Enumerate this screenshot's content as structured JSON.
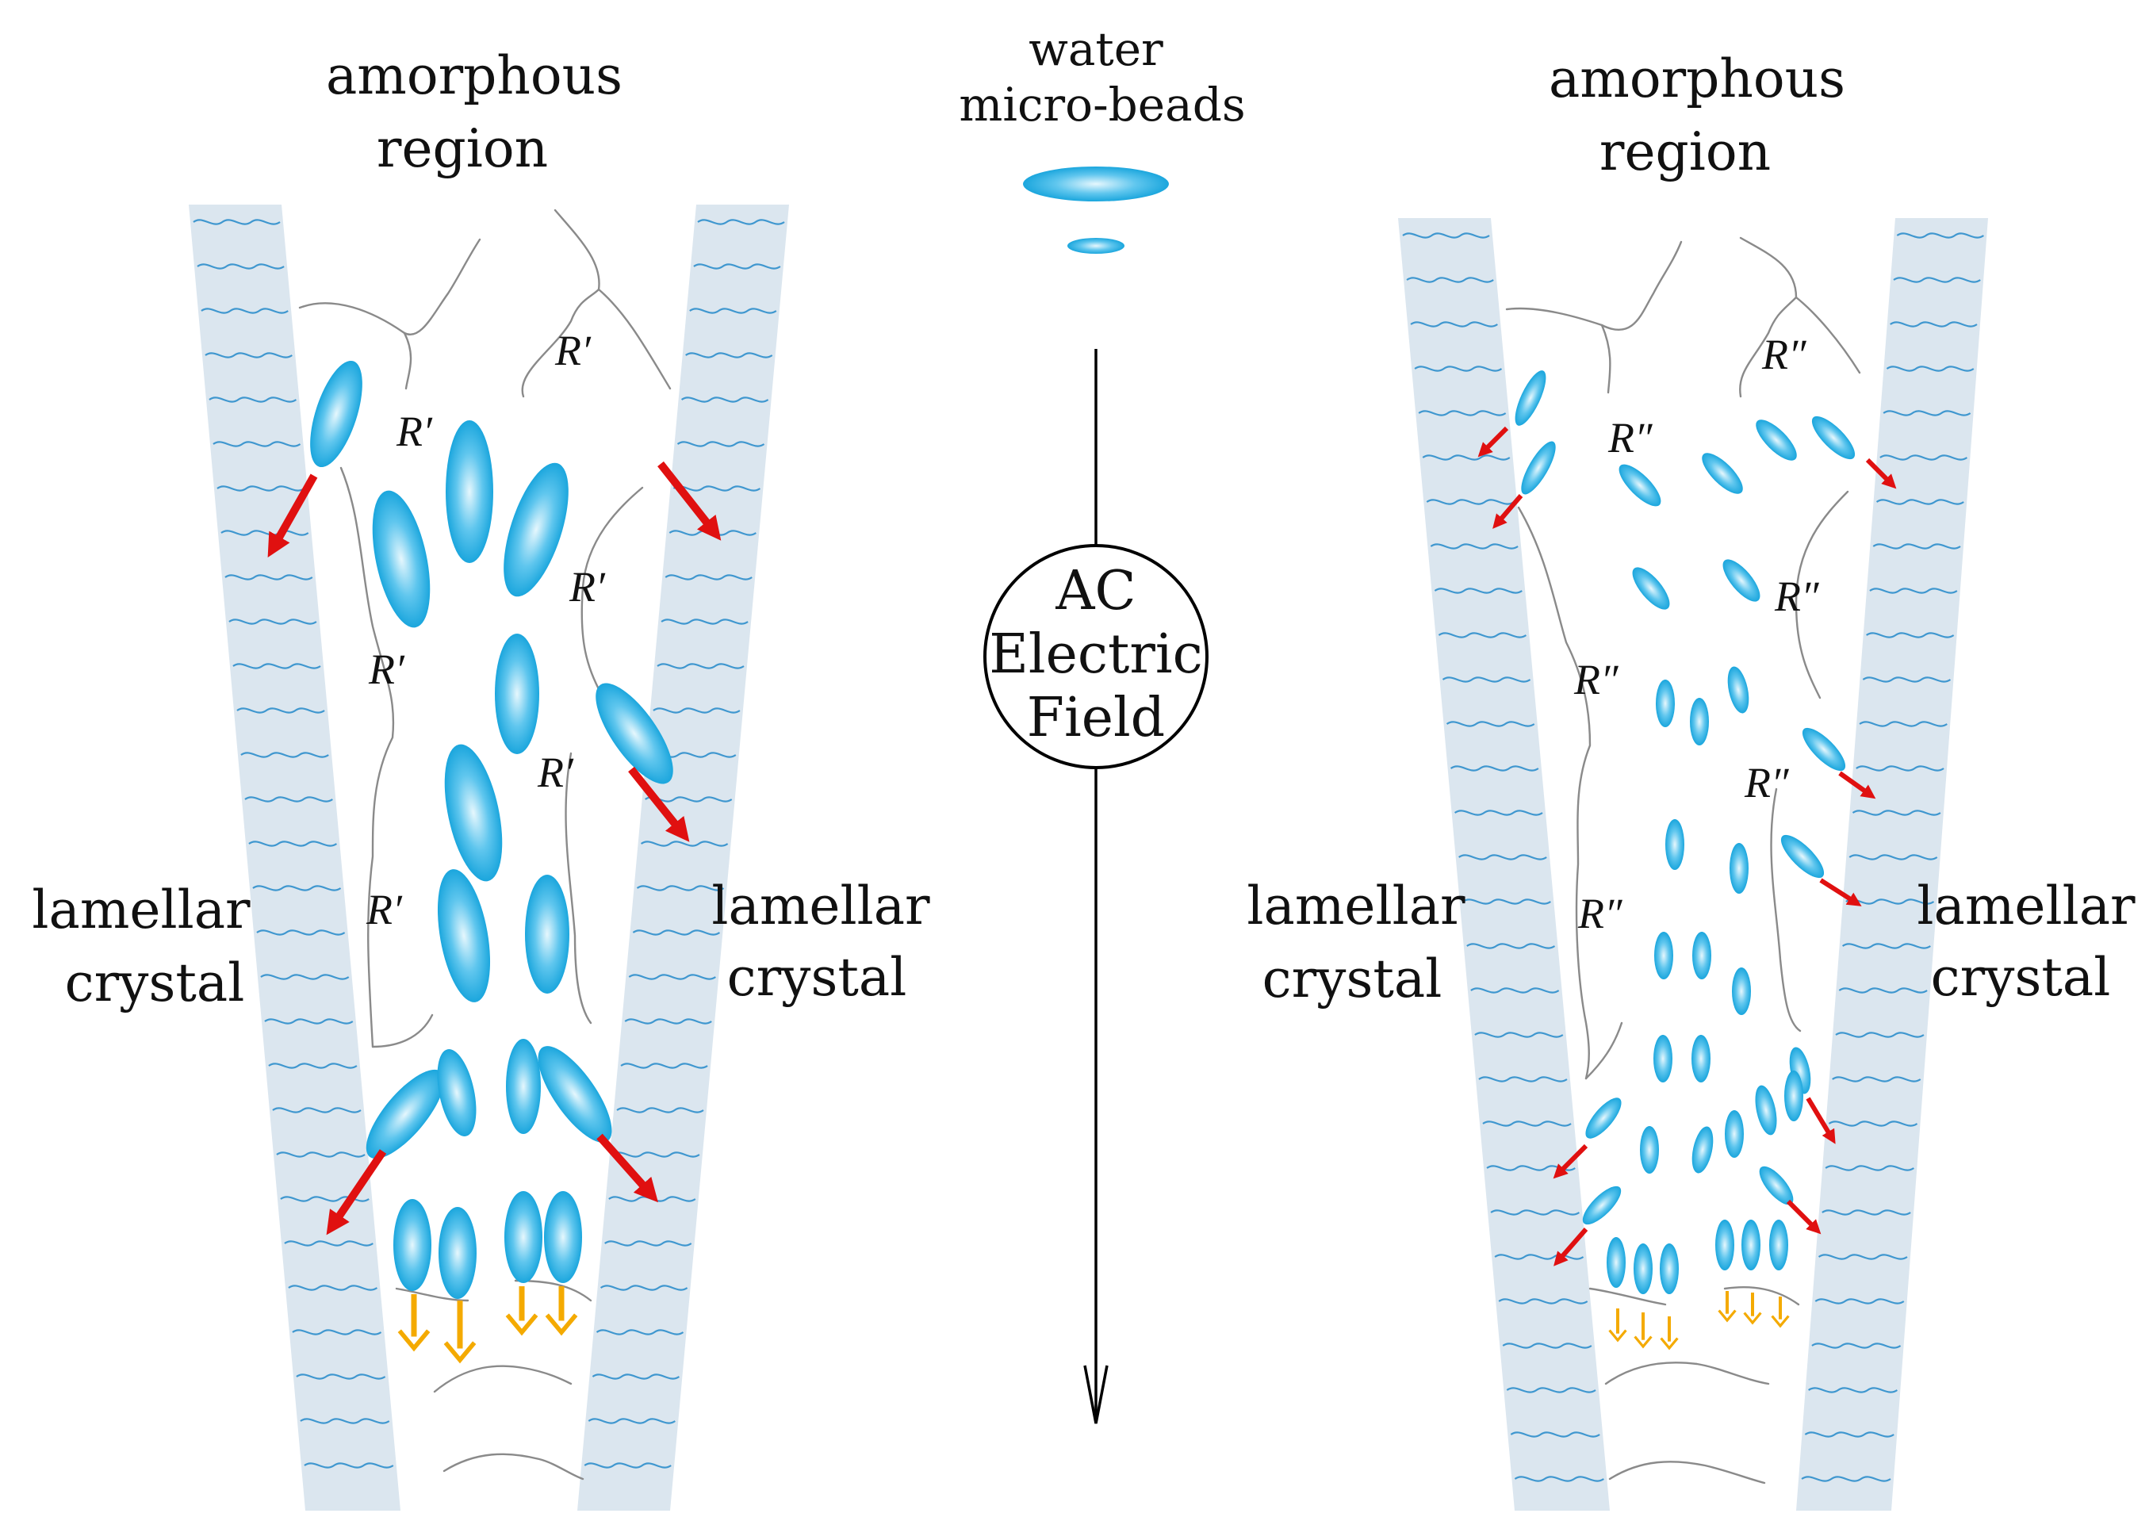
{
  "labels": {
    "left_top": [
      "amorphous",
      "region"
    ],
    "right_top": [
      "amorphous",
      "region"
    ],
    "center_top": [
      "water",
      "micro-beads"
    ],
    "left_side_a": [
      "lamellar",
      "crystal"
    ],
    "left_side_b": [
      "lamellar",
      "crystal"
    ],
    "right_side_a": [
      "lamellar",
      "crystal"
    ],
    "right_side_b": [
      "lamellar",
      "crystal"
    ],
    "field": [
      "AC",
      "Electric",
      "Field"
    ],
    "chain_left": "R′",
    "chain_right": "R″"
  },
  "colors": {
    "lamella": "#dbe6ef",
    "wave": "#3f97cf",
    "bead_edge": "#1ba6dd",
    "bead_core": "#e6f7fd",
    "arrow_red": "#e01010",
    "arrow_orange": "#f4aa00",
    "chain": "#8a8a8a",
    "text": "#111111"
  }
}
